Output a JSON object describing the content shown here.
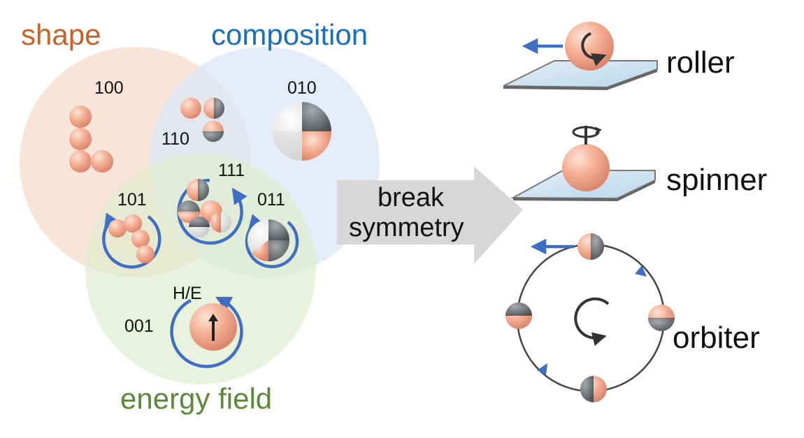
{
  "venn": {
    "shape_label": "shape",
    "composition_label": "composition",
    "energy_label": "energy field",
    "colors": {
      "shape": "#c8622a",
      "composition": "#1a6fbd",
      "energy": "#5a8a3a",
      "shape_fill": "#f6dccb",
      "composition_fill": "#dde5f4",
      "energy_fill": "#dfeccf"
    },
    "codes": {
      "c100": "100",
      "c010": "010",
      "c110": "110",
      "c111": "111",
      "c101": "101",
      "c011": "011",
      "c001": "001"
    },
    "field_label": "H/E"
  },
  "arrow": {
    "line1": "break",
    "line2": "symmetry"
  },
  "motions": {
    "roller": "roller",
    "spinner": "spinner",
    "orbiter": "orbiter"
  },
  "colors": {
    "particle": "#f2a98c",
    "gray": "#6f7378",
    "blue_arrow": "#3f6fc4",
    "substrate": "#c9e0ef"
  }
}
